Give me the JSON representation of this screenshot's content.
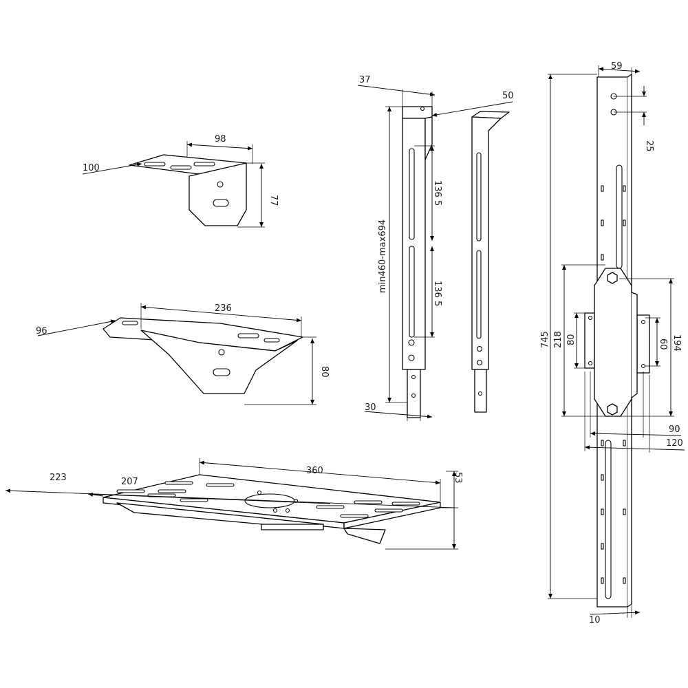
{
  "dimensions": {
    "bracket_small": {
      "width": "98",
      "depth": "100",
      "height": "77"
    },
    "bracket_wide": {
      "width": "236",
      "depth": "96",
      "height": "80"
    },
    "shelf": {
      "width": "360",
      "depth_outer": "223",
      "depth_inner": "207",
      "height": "53"
    },
    "arm": {
      "top": "37",
      "top_side": "50",
      "slot_upper": "136 5",
      "slot_lower": "136 5",
      "length": "min460-max694",
      "bottom": "30"
    },
    "column": {
      "width": "59",
      "hole_pitch": "25",
      "total_length": "745",
      "plate_height": "218",
      "pattern_height": "194",
      "inner_v": "80",
      "inner_v2": "60",
      "spacing_90": "90",
      "spacing_120": "120",
      "thickness": "10"
    }
  }
}
